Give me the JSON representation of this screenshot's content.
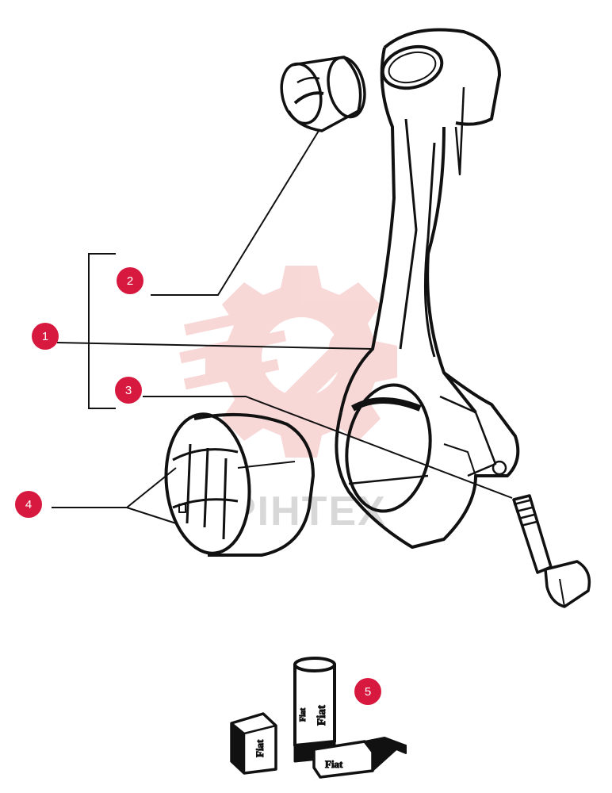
{
  "colors": {
    "ink": "#111111",
    "callout": "#d7193f",
    "watermark": "#f4b8b8"
  },
  "callouts": [
    {
      "id": "1",
      "label": "1"
    },
    {
      "id": "2",
      "label": "2"
    },
    {
      "id": "3",
      "label": "3"
    },
    {
      "id": "4",
      "label": "4"
    },
    {
      "id": "5",
      "label": "5"
    }
  ],
  "stamps": {
    "tool_top": "Fiat",
    "tool_side": "Fiat",
    "block_left": "Fiat",
    "block_right": "Fiat"
  },
  "watermark": {
    "icon": "gear-wrench-icon",
    "text": "PIHTEX"
  }
}
